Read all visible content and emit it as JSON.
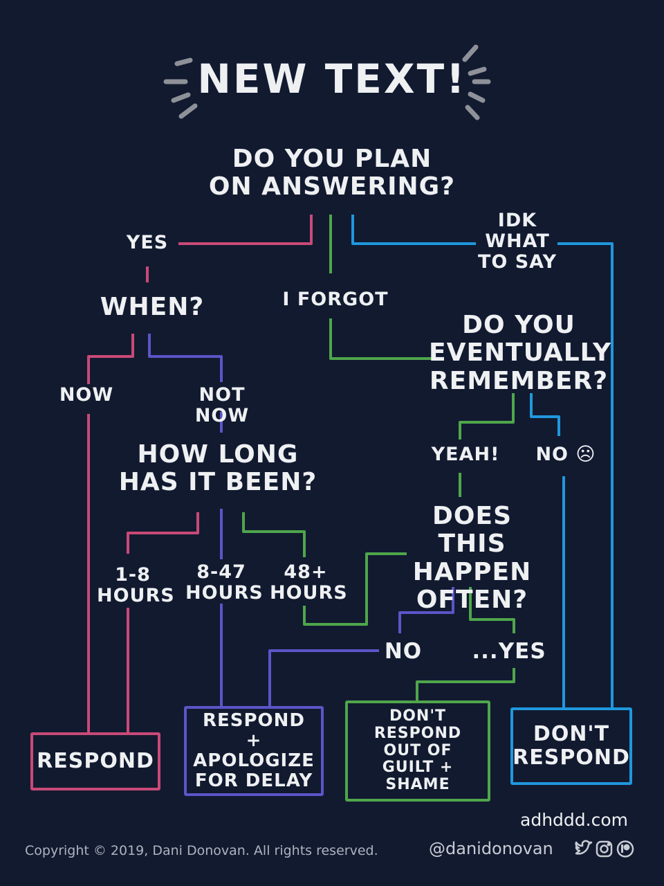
{
  "title": "NEW TEXT!",
  "nodes": {
    "q1": "DO YOU PLAN\nON ANSWERING?",
    "yes": "YES",
    "forgot": "I FORGOT",
    "idk": "IDK\nWHAT\nTO SAY",
    "when": "WHEN?",
    "now": "NOW",
    "not_now": "NOT NOW",
    "how_long": "HOW LONG\nHAS IT BEEN?",
    "h1_8": "1-8\nHOURS",
    "h8_47": "8-47\nHOURS",
    "h48": "48+\nHOURS",
    "remember": "DO YOU\nEVENTUALLY\nREMEMBER?",
    "yeah": "YEAH!",
    "no_sad": "NO ☹",
    "often": "DOES THIS\nHAPPEN\nOFTEN?",
    "no": "NO",
    "dots_yes": "...YES"
  },
  "outcomes": {
    "respond": "RESPOND",
    "respond_apologize": "RESPOND\n+ APOLOGIZE\nFOR DELAY",
    "dont_respond_shame": "DON'T\nRESPOND\nOUT OF\nGUILT + SHAME",
    "dont_respond": "DON'T\nRESPOND"
  },
  "footer": {
    "copyright": "Copyright © 2019, Dani Donovan. All rights reserved.",
    "website": "adhddd.com",
    "handle": "@danidonovan"
  },
  "colors": {
    "background": "#121a30",
    "text": "#eef0f2",
    "pink": "#c94a77",
    "purple": "#5b55c8",
    "green": "#4fa64b",
    "blue": "#1f98dd",
    "burst": "#8f9199"
  }
}
